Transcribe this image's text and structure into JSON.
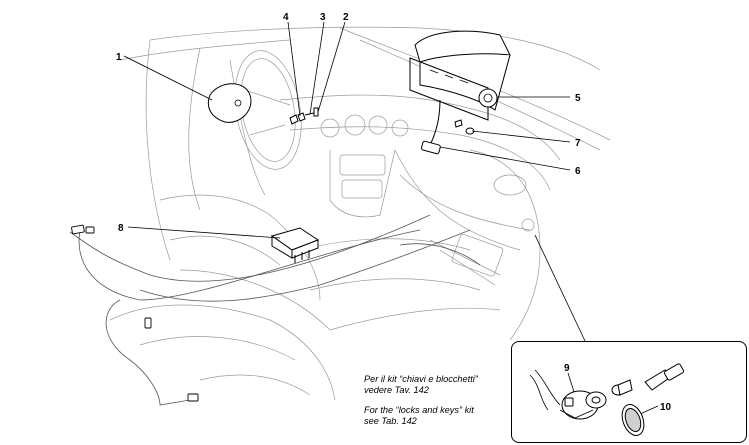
{
  "callouts": [
    "1",
    "2",
    "3",
    "4",
    "5",
    "6",
    "7",
    "8",
    "9",
    "10"
  ],
  "note": {
    "it_line1": "Per il kit “chiavi e blocchetti”",
    "it_line2": "vedere Tav. 142",
    "en_line1": "For the “locks and keys” kit",
    "en_line2": "see Tab. 142"
  }
}
